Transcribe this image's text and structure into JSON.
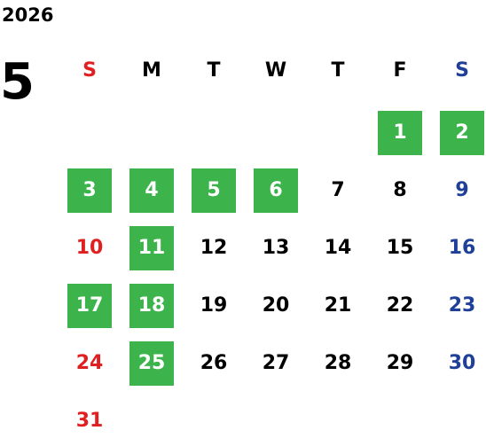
{
  "year": "2026",
  "month": "5",
  "colors": {
    "sunday": "#e02020",
    "saturday": "#1f3f99",
    "weekday": "#000000",
    "highlight_bg": "#3cb44b",
    "highlight_fg": "#ffffff"
  },
  "weekdays": [
    "S",
    "M",
    "T",
    "W",
    "T",
    "F",
    "S"
  ],
  "first_weekday_index": 5,
  "days": [
    {
      "d": "1",
      "hl": true
    },
    {
      "d": "2",
      "hl": true
    },
    {
      "d": "3",
      "hl": true
    },
    {
      "d": "4",
      "hl": true
    },
    {
      "d": "5",
      "hl": true
    },
    {
      "d": "6",
      "hl": true
    },
    {
      "d": "7",
      "hl": false
    },
    {
      "d": "8",
      "hl": false
    },
    {
      "d": "9",
      "hl": false
    },
    {
      "d": "10",
      "hl": false
    },
    {
      "d": "11",
      "hl": true
    },
    {
      "d": "12",
      "hl": false
    },
    {
      "d": "13",
      "hl": false
    },
    {
      "d": "14",
      "hl": false
    },
    {
      "d": "15",
      "hl": false
    },
    {
      "d": "16",
      "hl": false
    },
    {
      "d": "17",
      "hl": true
    },
    {
      "d": "18",
      "hl": true
    },
    {
      "d": "19",
      "hl": false
    },
    {
      "d": "20",
      "hl": false
    },
    {
      "d": "21",
      "hl": false
    },
    {
      "d": "22",
      "hl": false
    },
    {
      "d": "23",
      "hl": false
    },
    {
      "d": "24",
      "hl": false
    },
    {
      "d": "25",
      "hl": true
    },
    {
      "d": "26",
      "hl": false
    },
    {
      "d": "27",
      "hl": false
    },
    {
      "d": "28",
      "hl": false
    },
    {
      "d": "29",
      "hl": false
    },
    {
      "d": "30",
      "hl": false
    },
    {
      "d": "31",
      "hl": false
    }
  ]
}
